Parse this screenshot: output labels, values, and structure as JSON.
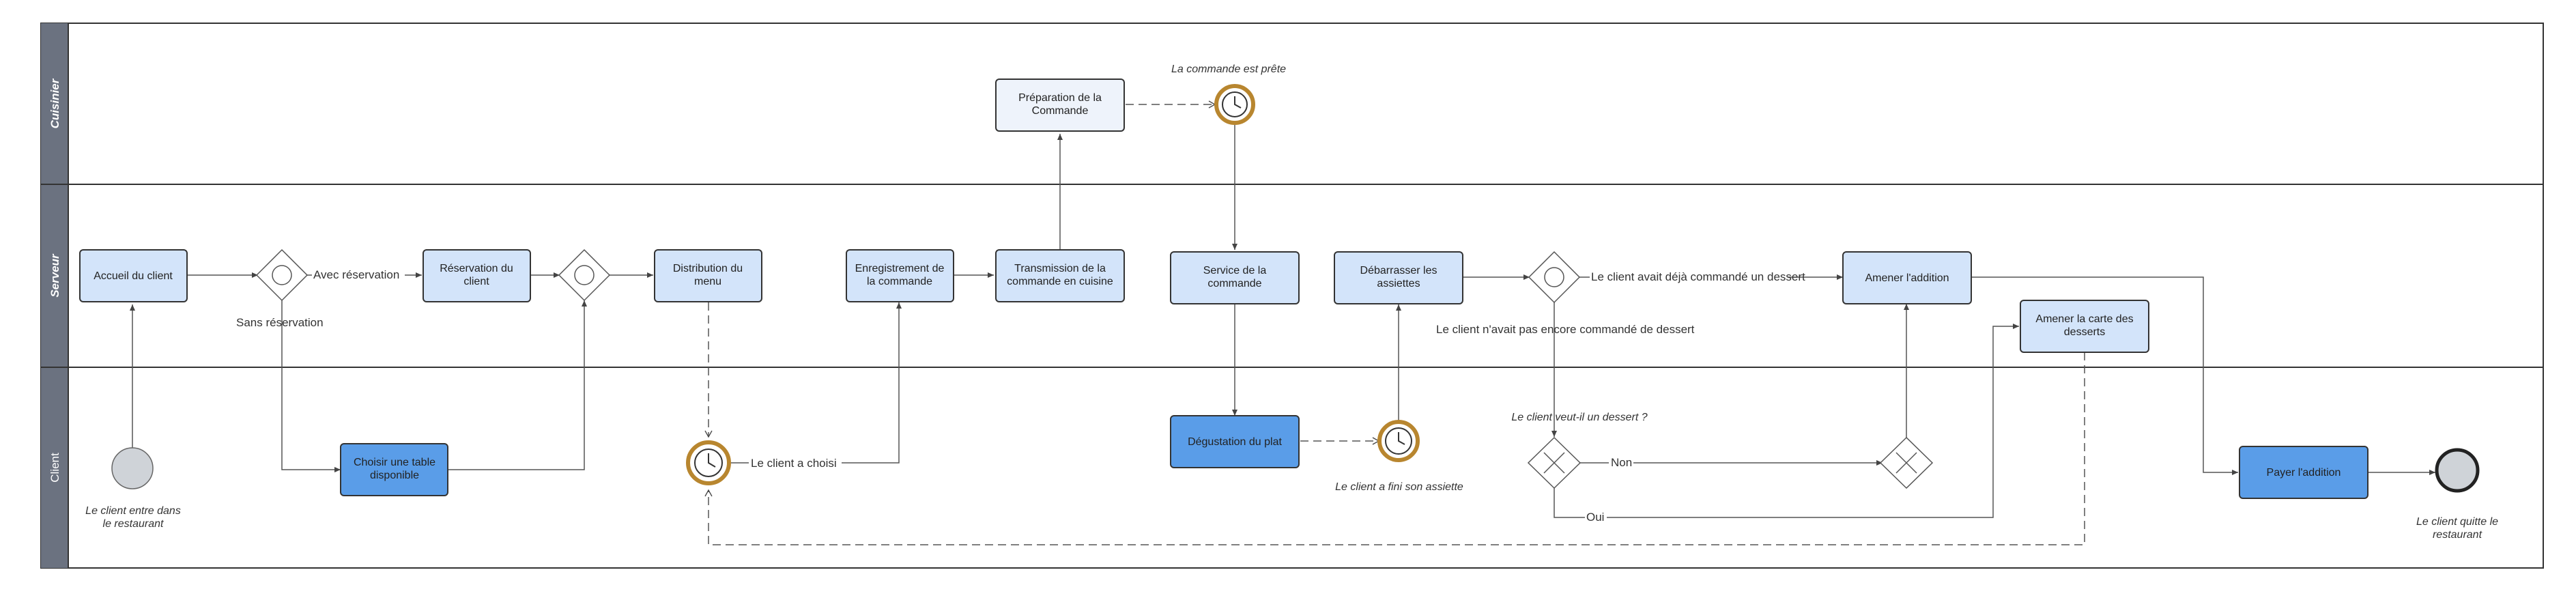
{
  "lanes": {
    "cuisinier": "Cuisinier",
    "serveur": "Serveur",
    "client": "Client"
  },
  "tasks": {
    "accueil": [
      "Accueil du client"
    ],
    "reservation": [
      "Réservation du",
      "client"
    ],
    "distribution": [
      "Distribution du",
      "menu"
    ],
    "enregistrement": [
      "Enregistrement de",
      "la commande"
    ],
    "transmission": [
      "Transmission de la",
      "commande en cuisine"
    ],
    "preparation": [
      "Préparation de la",
      "Commande"
    ],
    "service": [
      "Service de la",
      "commande"
    ],
    "debarrasser": [
      "Débarrasser les",
      "assiettes"
    ],
    "addition": [
      "Amener l'addition"
    ],
    "carte_desserts": [
      "Amener la carte des",
      "desserts"
    ],
    "choisir_table": [
      "Choisir une table",
      "disponible"
    ],
    "degustation": [
      "Dégustation du plat"
    ],
    "payer": [
      "Payer l'addition"
    ]
  },
  "flow_labels": {
    "avec_reservation": "Avec réservation",
    "sans_reservation": "Sans réservation",
    "client_a_choisi": "Le client a choisi",
    "deja_commande": "Le client avait déjà commandé un dessert",
    "pas_encore_commande": "Le client n'avait pas encore commandé de dessert",
    "non": "Non",
    "oui": "Oui"
  },
  "event_labels": {
    "commande_prete": "La commande est prête",
    "fini_assiette": "Le client a fini son assiette",
    "veut_dessert": "Le client veut-il un dessert ?",
    "client_entre": [
      "Le client entre dans",
      "le restaurant"
    ],
    "client_quitte": [
      "Le client quitte le",
      "restaurant"
    ]
  },
  "colors": {
    "lane_header": "#6b7280",
    "task_light": "#d3e4fa",
    "task_lighter": "#eef3fb",
    "task_medium": "#5a9de8",
    "task_border": "#333333",
    "timer_ring": "#b8862f",
    "end_event_fill": "#cfd3d8",
    "line": "#555555"
  }
}
